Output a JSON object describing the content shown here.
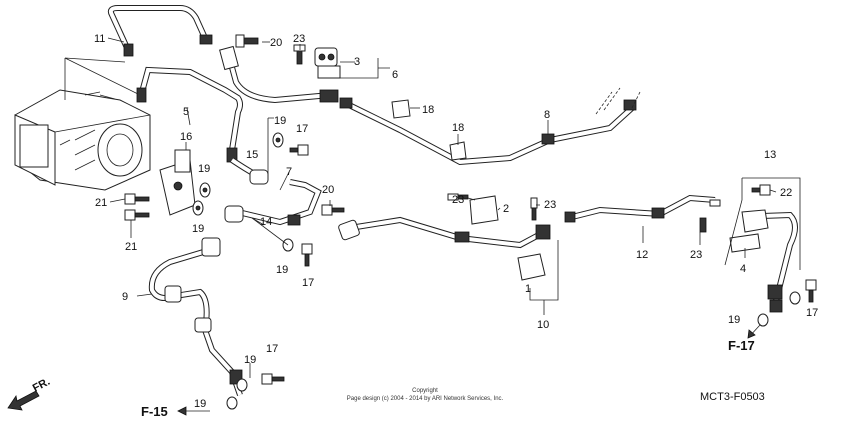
{
  "callouts": [
    "11",
    "20",
    "23",
    "3",
    "6",
    "5",
    "18",
    "8",
    "16",
    "19",
    "17",
    "15",
    "18",
    "7",
    "20",
    "21",
    "21",
    "19",
    "14",
    "23",
    "2",
    "23",
    "13",
    "22",
    "12",
    "19",
    "17",
    "23",
    "4",
    "9",
    "1",
    "10",
    "19",
    "17",
    "19",
    "17",
    "19",
    "19"
  ],
  "refs": {
    "f15": "F-15",
    "f17": "F-17"
  },
  "direction": "FR.",
  "copyright": {
    "line1": "Copyright",
    "line2": "Page design (c) 2004 - 2014 by ARI Network Services, Inc."
  },
  "diagram_code": "MCT3-F0503"
}
